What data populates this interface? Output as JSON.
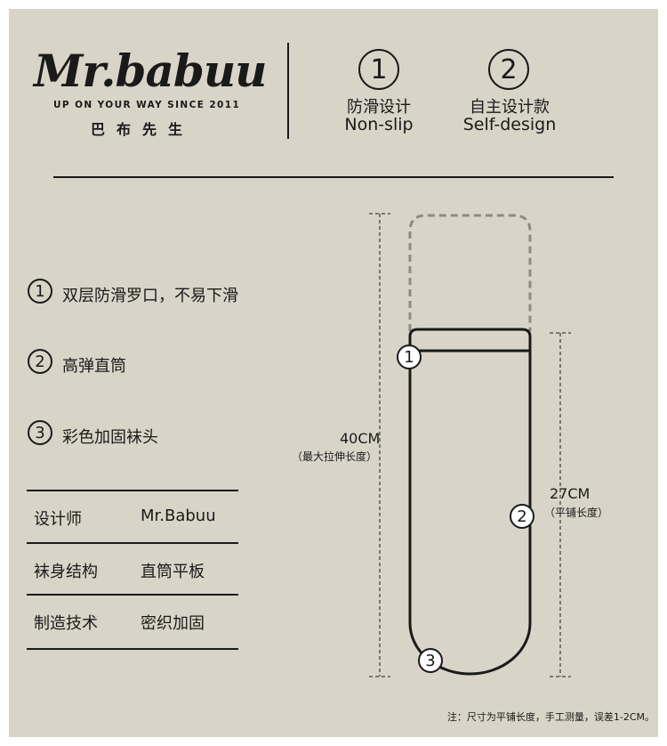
{
  "brand": {
    "logo": "Mr.babuu",
    "tagline": "UP ON YOUR WAY SINCE 2011",
    "chinese_name": "巴布先生"
  },
  "features": [
    {
      "number": "1",
      "cn": "防滑设计",
      "en": "Non-slip"
    },
    {
      "number": "2",
      "cn": "自主设计款",
      "en": "Self-design"
    }
  ],
  "details": [
    {
      "number": "1",
      "text": "双层防滑罗口，不易下滑"
    },
    {
      "number": "2",
      "text": "高弹直筒"
    },
    {
      "number": "3",
      "text": "彩色加固袜头"
    }
  ],
  "specs": [
    {
      "label": "设计师",
      "value": "Mr.Babuu"
    },
    {
      "label": "袜身结构",
      "value": "直筒平板"
    },
    {
      "label": "制造技术",
      "value": "密织加固"
    }
  ],
  "diagram": {
    "markers": [
      "1",
      "2",
      "3"
    ],
    "max_length": {
      "value": "40CM",
      "caption": "（最大拉伸长度）"
    },
    "flat_length": {
      "value": "27CM",
      "caption": "（平铺长度）"
    }
  },
  "note": "注：尺寸为平铺长度，手工测量，误差1-2CM。",
  "colors": {
    "background": "#d8d4c8",
    "ink": "#1a1a1a",
    "dashed_outline": "#8c8a82"
  }
}
